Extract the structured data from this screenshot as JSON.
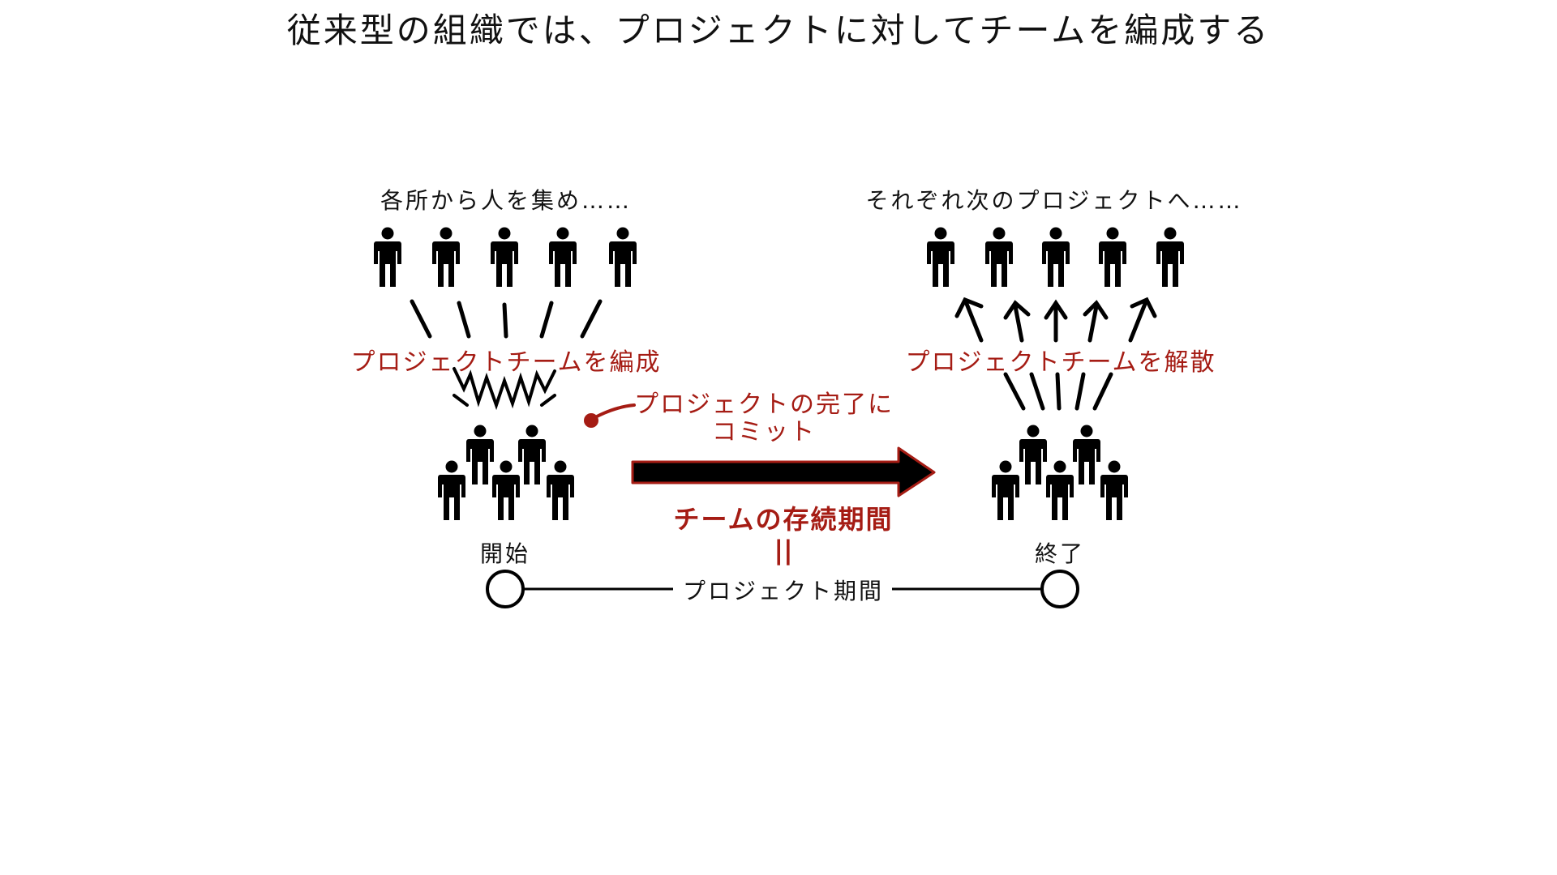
{
  "title": "従来型の組織では、プロジェクトに対してチームを編成する",
  "labels": {
    "gather": "各所から人を集め……",
    "next": "それぞれ次のプロジェクトへ……",
    "form": "プロジェクトチームを編成",
    "disband": "プロジェクトチームを解散",
    "commit_line1": "プロジェクトの完了に",
    "commit_line2": "コミット",
    "team_period": "チームの存続期間",
    "equals": "||",
    "start": "開始",
    "end": "終了",
    "project_period": "プロジェクト期間"
  },
  "colors": {
    "accent": "#a51c14",
    "ink": "#000000"
  },
  "icons": {
    "person_solid": "person-icon",
    "person_dashed": "person-outline-icon",
    "arrow": "arrow-right-icon",
    "node": "circle-icon"
  }
}
